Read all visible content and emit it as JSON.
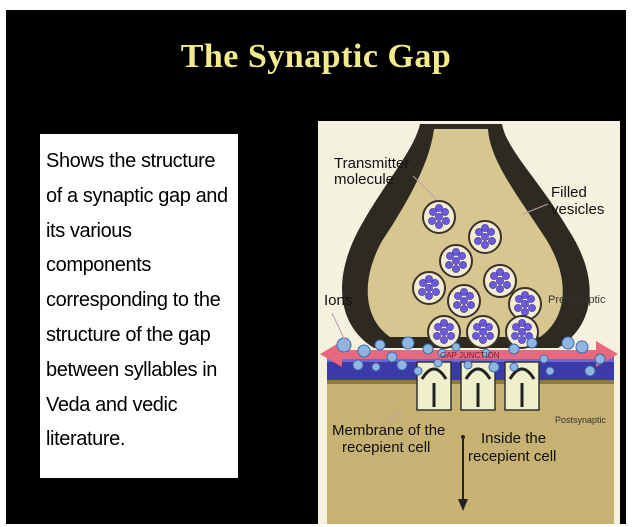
{
  "slide": {
    "title": "The Synaptic Gap",
    "caption": "Shows the structure of a synaptic gap and its various components corresponding to the structure of the gap between syllables in Veda and vedic literature."
  },
  "diagram": {
    "labels": {
      "transmitter_1": "Transmitter",
      "transmitter_2": "molecule",
      "filled_1": "Filled",
      "filled_2": "vesicles",
      "presynaptic": "Presynaptic",
      "ions": "Ions",
      "gap_junction": "GAP JUNCTION",
      "postsynaptic": "Postsynaptic",
      "membrane_1": "Membrane of the",
      "membrane_2": "recepient cell",
      "inside_1": "Inside the",
      "inside_2": "recepient cell"
    },
    "colors": {
      "background_panel": "#f4f1df",
      "terminal_outer": "#2e2a22",
      "terminal_inner": "#d8c690",
      "vesicle": "#6c5ad8",
      "ion": "#6f9fd6",
      "gap_arrow": "#e8697e",
      "membrane_bar": "#3a3aa8",
      "postsynaptic_cell": "#c7b273"
    }
  }
}
